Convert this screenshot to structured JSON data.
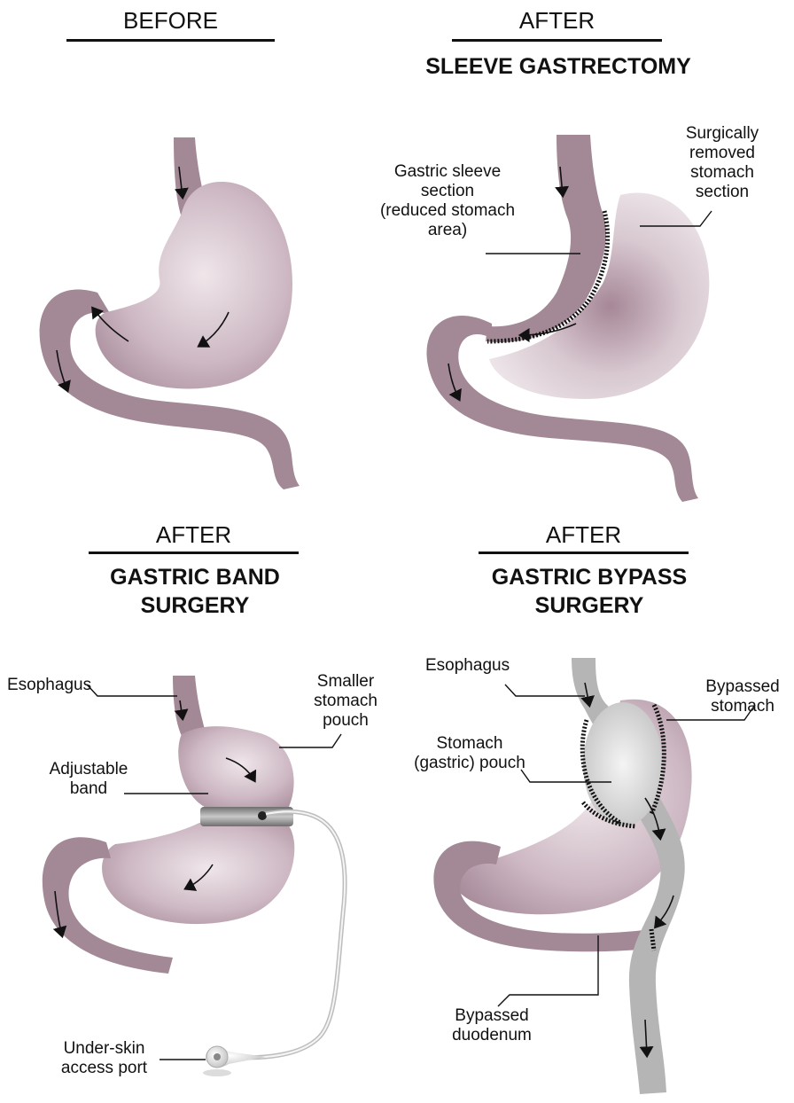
{
  "panels": {
    "before": {
      "title": "BEFORE"
    },
    "sleeve": {
      "title": "AFTER",
      "subtitle": "SLEEVE GASTRECTOMY",
      "labels": {
        "sleeve_section": [
          "Gastric sleeve",
          "section",
          "(reduced stomach",
          "area)"
        ],
        "removed_section": [
          "Surgically",
          "removed",
          "stomach",
          "section"
        ]
      }
    },
    "band": {
      "title": "AFTER",
      "subtitle_line1": "GASTRIC BAND",
      "subtitle_line2": "SURGERY",
      "labels": {
        "esophagus": "Esophagus",
        "adjustable_band": [
          "Adjustable",
          "band"
        ],
        "smaller_pouch": [
          "Smaller",
          "stomach",
          "pouch"
        ],
        "access_port": [
          "Under-skin",
          "access port"
        ]
      }
    },
    "bypass": {
      "title": "AFTER",
      "subtitle_line1": "GASTRIC BYPASS",
      "subtitle_line2": "SURGERY",
      "labels": {
        "esophagus": "Esophagus",
        "bypassed_stomach": [
          "Bypassed",
          "stomach"
        ],
        "gastric_pouch": [
          "Stomach",
          "(gastric) pouch"
        ],
        "bypassed_duodenum": [
          "Bypassed",
          "duodenum"
        ]
      }
    }
  },
  "colors": {
    "stomach_tissue": "#c9b3bf",
    "stomach_dark": "#9a7d8c",
    "intestine": "#a38896",
    "grey_bypass": "#b5b5b5",
    "band_grey": "#8c8c8c"
  }
}
